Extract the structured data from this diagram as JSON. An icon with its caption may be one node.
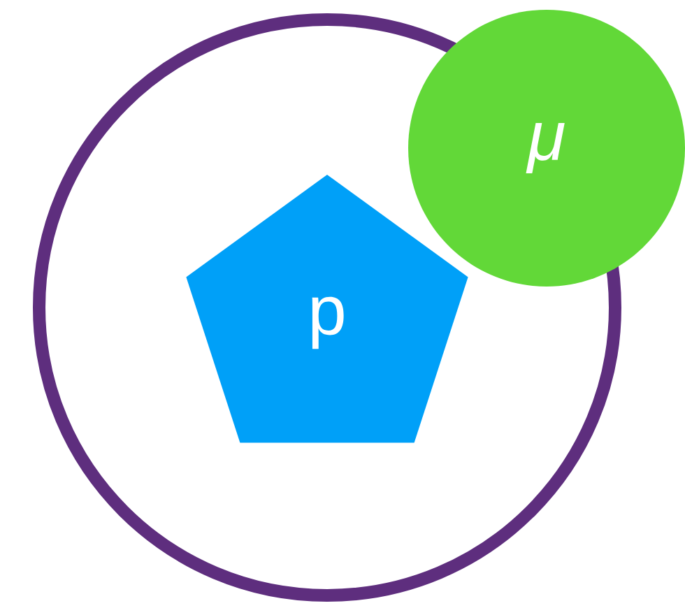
{
  "diagram": {
    "nodes": [
      {
        "text": [],
        "shape": "circle"
      },
      {
        "text": [
          "p"
        ],
        "in": 0
      },
      {
        "text": [
          "μ"
        ]
      }
    ]
  }
}
